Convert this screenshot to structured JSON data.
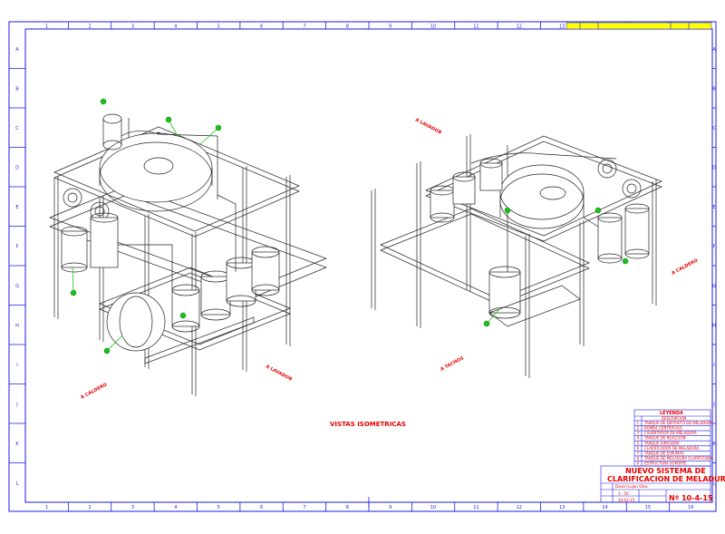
{
  "drawing": {
    "caption": "VISTAS ISOMETRICAS",
    "left_view_labels": {
      "top": "",
      "bottom_left": "A CALDERO",
      "bottom_right": "A LAVADOR"
    },
    "right_view_labels": {
      "top": "A LAVADOR",
      "right": "A CALDERO",
      "bottom": "A TACHOS"
    }
  },
  "legend": {
    "heading": "LEYENDA",
    "subheading": "DESCRIPCION",
    "items": [
      {
        "n": "1",
        "text": "TANQUE DE DEPOSITO DE MELADURA"
      },
      {
        "n": "2",
        "text": "BOMBA CENTRIFUGA"
      },
      {
        "n": "3",
        "text": "CALENTADOR DE MELADURA"
      },
      {
        "n": "4",
        "text": "TANQUE DE REACCION"
      },
      {
        "n": "5",
        "text": "TANQUE AIREADOR"
      },
      {
        "n": "6",
        "text": "CLARIFICADOR DE MELADURA"
      },
      {
        "n": "7",
        "text": "TANQUE DE ESPUMAS"
      },
      {
        "n": "8",
        "text": "TANQUE DE MELADURA CLARIFICADA"
      },
      {
        "n": "9",
        "text": "ESTRUCTURA SOPORTE"
      }
    ]
  },
  "title_block": {
    "title_line1": "NUEVO SISTEMA DE",
    "title_line2": "CLARIFICACION DE MELADURA",
    "author": "Daniel Lujan Vilca",
    "scale": "1 : 50",
    "date": "10-02-15",
    "plan_number": "Nº 10-4-15"
  },
  "grid": {
    "top_numbers": [
      "1",
      "2",
      "3",
      "4",
      "5",
      "6",
      "7",
      "8",
      "9",
      "10",
      "11",
      "12",
      "13",
      "14",
      "15",
      "16"
    ],
    "side_letters": [
      "A",
      "B",
      "C",
      "D",
      "E",
      "F",
      "G",
      "H",
      "I",
      "J",
      "K",
      "L"
    ]
  }
}
